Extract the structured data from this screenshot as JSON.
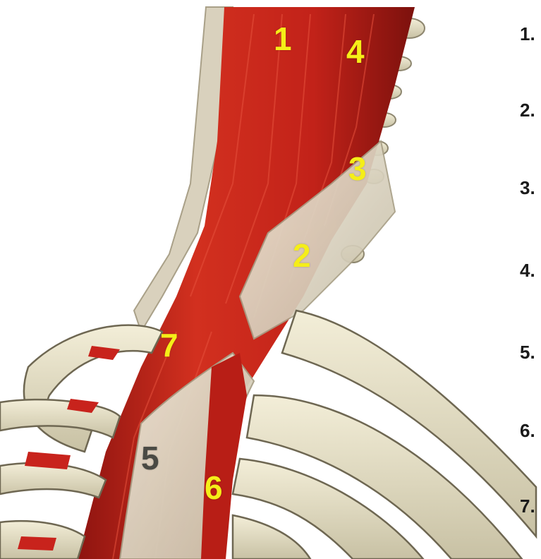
{
  "figure": {
    "colors": {
      "muscle": "#c8231c",
      "muscle_dark": "#8e1410",
      "muscle_light": "#e0402e",
      "bone": "#e9e3c8",
      "bone_shadow": "#b9b294",
      "tendon": "#ddd6c4",
      "label_yellow": "#f5ee18",
      "label_dark": "#4a4a44",
      "background": "#ffffff"
    },
    "labels": [
      {
        "id": "1",
        "text": "1",
        "color": "yellow"
      },
      {
        "id": "2",
        "text": "2",
        "color": "yellow"
      },
      {
        "id": "3",
        "text": "3",
        "color": "yellow"
      },
      {
        "id": "4",
        "text": "4",
        "color": "yellow"
      },
      {
        "id": "5",
        "text": "5",
        "color": "dark"
      },
      {
        "id": "6",
        "text": "6",
        "color": "yellow"
      },
      {
        "id": "7",
        "text": "7",
        "color": "yellow"
      }
    ],
    "side_numbers": [
      "1.",
      "2.",
      "3.",
      "4.",
      "5.",
      "6.",
      "7."
    ]
  }
}
